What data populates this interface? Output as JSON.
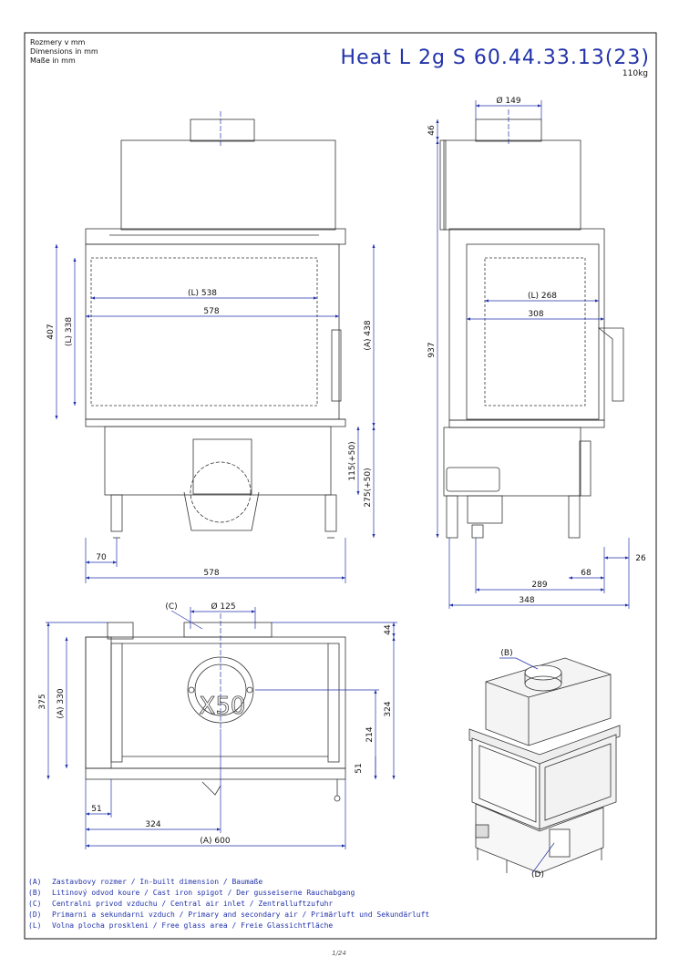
{
  "header": {
    "units_lines": [
      "Rozmery v mm",
      "Dimensions in mm",
      "Maße in mm"
    ],
    "title": "Heat L 2g S 60.44.33.13(23)",
    "weight": "110kg"
  },
  "front_view": {
    "dims": {
      "glass_width": "(L) 538",
      "inner_width": "578",
      "glass_height": "(L) 338",
      "total_height": "407",
      "built_height": "(A) 438",
      "air_inlet_height": "115(+50)",
      "base_height": "275(+50)",
      "offset_left": "70",
      "overall_width": "578"
    }
  },
  "side_view": {
    "dims": {
      "flue_diameter": "Ø 149",
      "top_offset": "46",
      "total_height": "937",
      "glass_width": "(L) 268",
      "inner_width": "308",
      "right_offset": "26",
      "offset_68": "68",
      "offset_289": "289",
      "depth": "348"
    }
  },
  "plan_view": {
    "dims": {
      "label_c": "(C)",
      "inlet_diameter": "Ø 125",
      "top_offset": "44",
      "depth_total": "375",
      "depth_built": "(A) 330",
      "inlet_center": "324",
      "inlet_height": "214",
      "small_offset": "51",
      "left_offset": "51",
      "center_offset": "324",
      "built_width": "(A) 600",
      "circle_text": "X50"
    }
  },
  "iso_view": {
    "label_b": "(B)",
    "label_d": "(D)"
  },
  "legend": [
    {
      "key": "(A)",
      "text": "Zastavbovy rozmer / In-built dimension / Baumaße"
    },
    {
      "key": "(B)",
      "text": "Litinový odvod koure / Cast iron spigot / Der gusseiserne Rauchabgang"
    },
    {
      "key": "(C)",
      "text": "Centralni privod vzduchu / Central air inlet / Zentralluftzufuhr"
    },
    {
      "key": "(D)",
      "text": "Primarni a sekundarni vzduch / Primary and secondary air / Primärluft und Sekundärluft"
    },
    {
      "key": "(L)",
      "text": "Volna plocha proskleni / Free glass area / Freie Glassichtfläche"
    }
  ],
  "page_number": "1/24"
}
